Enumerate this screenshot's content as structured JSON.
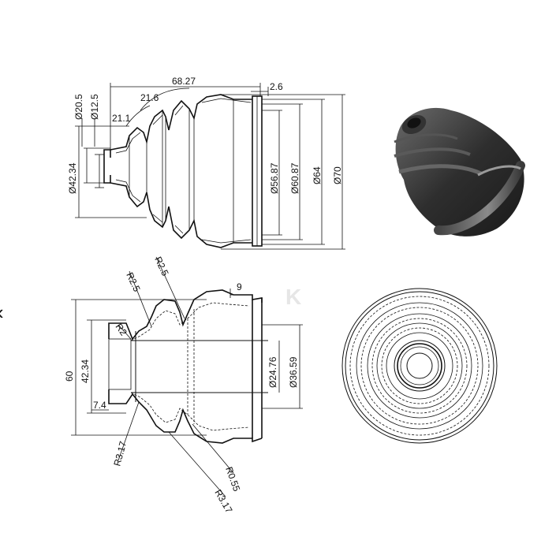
{
  "nav": {
    "prev_glyph": "‹"
  },
  "watermark": "K",
  "top_view": {
    "dims": {
      "d20_5": "Ø20.5",
      "d12_5": "Ø12.5",
      "w68_27": "68.27",
      "a21_6": "21.6",
      "a21_1": "21.1",
      "w2_6": "2.6",
      "d42_34": "Ø42.34",
      "d56_87": "Ø56.87",
      "d60_87": "Ø60.87",
      "d64": "Ø64",
      "d70": "Ø70"
    }
  },
  "side_view": {
    "dims": {
      "h60": "60",
      "h42_34": "42.34",
      "w7_4": "7.4",
      "w9": "9",
      "r2_5a": "R2.5",
      "r2_5b": "R2.5",
      "r2": "R2",
      "r3_17a": "R3.17",
      "r3_17b": "R3.17",
      "r0_55": "R0.55",
      "d24_76": "Ø24.76",
      "d36_59": "Ø36.59"
    }
  },
  "colors": {
    "line": "#111111",
    "boot_dark": "#2e2e2e",
    "boot_light": "#7a7a7a"
  }
}
